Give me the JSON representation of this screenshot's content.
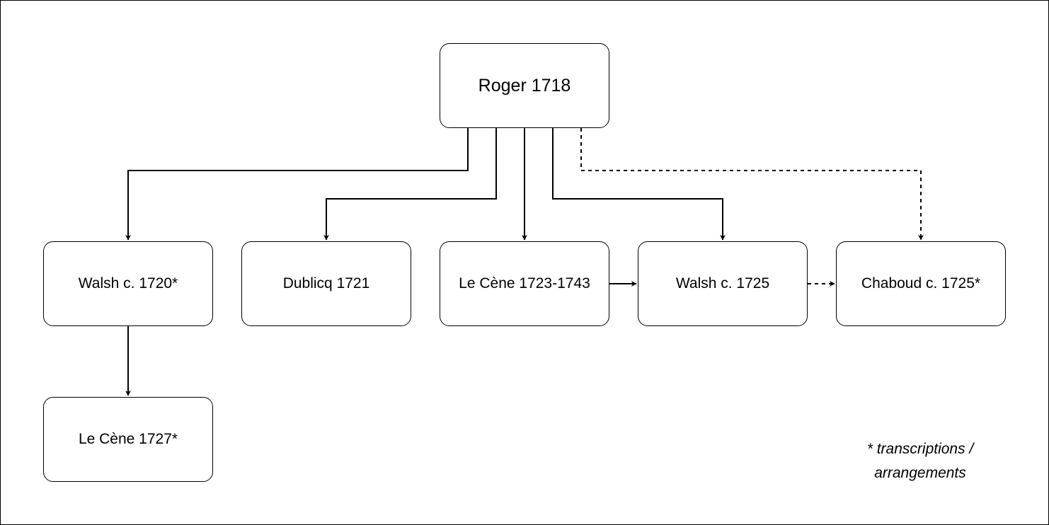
{
  "diagram": {
    "nodes": [
      {
        "id": "roger-1718",
        "label": "Roger 1718"
      },
      {
        "id": "walsh-1720",
        "label": "Walsh c. 1720*"
      },
      {
        "id": "dublicq-1721",
        "label": "Dublicq 1721"
      },
      {
        "id": "lecene-1723",
        "label": "Le Cène 1723-1743"
      },
      {
        "id": "walsh-1725",
        "label": "Walsh c. 1725"
      },
      {
        "id": "chaboud-1725",
        "label": "Chaboud c. 1725*"
      },
      {
        "id": "lecene-1727",
        "label": "Le Cène 1727*"
      }
    ],
    "edges": [
      {
        "from": "roger-1718",
        "to": "walsh-1720",
        "style": "solid"
      },
      {
        "from": "roger-1718",
        "to": "dublicq-1721",
        "style": "solid"
      },
      {
        "from": "roger-1718",
        "to": "lecene-1723",
        "style": "solid"
      },
      {
        "from": "roger-1718",
        "to": "walsh-1725",
        "style": "solid"
      },
      {
        "from": "roger-1718",
        "to": "chaboud-1725",
        "style": "dashed"
      },
      {
        "from": "lecene-1723",
        "to": "walsh-1725",
        "style": "solid"
      },
      {
        "from": "walsh-1725",
        "to": "chaboud-1725",
        "style": "dashed"
      },
      {
        "from": "walsh-1720",
        "to": "lecene-1727",
        "style": "solid"
      }
    ],
    "note": "* transcriptions / arrangements"
  }
}
